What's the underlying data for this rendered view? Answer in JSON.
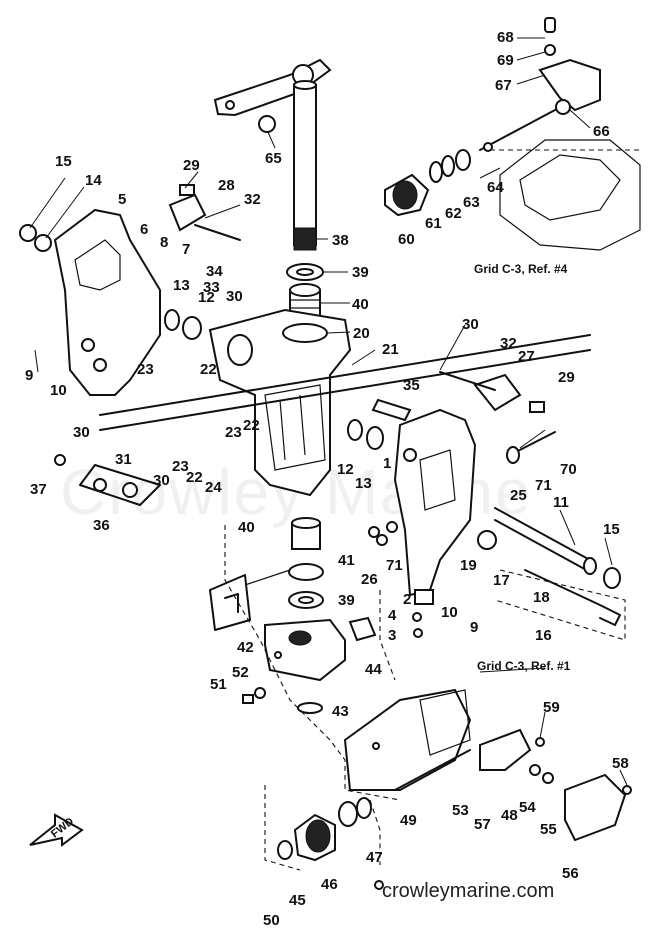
{
  "diagram": {
    "callouts": [
      {
        "id": "c68",
        "label": "68"
      },
      {
        "id": "c69",
        "label": "69"
      },
      {
        "id": "c67",
        "label": "67"
      },
      {
        "id": "c66",
        "label": "66"
      },
      {
        "id": "c65",
        "label": "65"
      },
      {
        "id": "c64",
        "label": "64"
      },
      {
        "id": "c63",
        "label": "63"
      },
      {
        "id": "c62",
        "label": "62"
      },
      {
        "id": "c61",
        "label": "61"
      },
      {
        "id": "c60",
        "label": "60"
      },
      {
        "id": "c15a",
        "label": "15"
      },
      {
        "id": "c14",
        "label": "14"
      },
      {
        "id": "c5",
        "label": "5"
      },
      {
        "id": "c29a",
        "label": "29"
      },
      {
        "id": "c28",
        "label": "28"
      },
      {
        "id": "c32a",
        "label": "32"
      },
      {
        "id": "c38",
        "label": "38"
      },
      {
        "id": "c6",
        "label": "6"
      },
      {
        "id": "c8",
        "label": "8"
      },
      {
        "id": "c7",
        "label": "7"
      },
      {
        "id": "c34",
        "label": "34"
      },
      {
        "id": "c33",
        "label": "33"
      },
      {
        "id": "c39a",
        "label": "39"
      },
      {
        "id": "c13a",
        "label": "13"
      },
      {
        "id": "c12a",
        "label": "12"
      },
      {
        "id": "c30a",
        "label": "30"
      },
      {
        "id": "c40a",
        "label": "40"
      },
      {
        "id": "c20",
        "label": "20"
      },
      {
        "id": "c30b",
        "label": "30"
      },
      {
        "id": "c32b",
        "label": "32"
      },
      {
        "id": "c27",
        "label": "27"
      },
      {
        "id": "c9a",
        "label": "9"
      },
      {
        "id": "c10a",
        "label": "10"
      },
      {
        "id": "c23a",
        "label": "23"
      },
      {
        "id": "c22a",
        "label": "22"
      },
      {
        "id": "c21",
        "label": "21"
      },
      {
        "id": "c35",
        "label": "35"
      },
      {
        "id": "c29b",
        "label": "29"
      },
      {
        "id": "c30c",
        "label": "30"
      },
      {
        "id": "c23b",
        "label": "23"
      },
      {
        "id": "c22b",
        "label": "22"
      },
      {
        "id": "c31",
        "label": "31"
      },
      {
        "id": "c30d",
        "label": "30"
      },
      {
        "id": "c23c",
        "label": "23"
      },
      {
        "id": "c22c",
        "label": "22"
      },
      {
        "id": "c24",
        "label": "24"
      },
      {
        "id": "c12b",
        "label": "12"
      },
      {
        "id": "c13b",
        "label": "13"
      },
      {
        "id": "c1",
        "label": "1"
      },
      {
        "id": "c70",
        "label": "70"
      },
      {
        "id": "c25",
        "label": "25"
      },
      {
        "id": "c71a",
        "label": "71"
      },
      {
        "id": "c37",
        "label": "37"
      },
      {
        "id": "c36",
        "label": "36"
      },
      {
        "id": "c11",
        "label": "11"
      },
      {
        "id": "c15b",
        "label": "15"
      },
      {
        "id": "c40b",
        "label": "40"
      },
      {
        "id": "c41",
        "label": "41"
      },
      {
        "id": "c26",
        "label": "26"
      },
      {
        "id": "c71b",
        "label": "71"
      },
      {
        "id": "c19",
        "label": "19"
      },
      {
        "id": "c17",
        "label": "17"
      },
      {
        "id": "c18",
        "label": "18"
      },
      {
        "id": "c39b",
        "label": "39"
      },
      {
        "id": "c2",
        "label": "2"
      },
      {
        "id": "c10b",
        "label": "10"
      },
      {
        "id": "c9b",
        "label": "9"
      },
      {
        "id": "c4",
        "label": "4"
      },
      {
        "id": "c3",
        "label": "3"
      },
      {
        "id": "c16",
        "label": "16"
      },
      {
        "id": "c42",
        "label": "42"
      },
      {
        "id": "c44",
        "label": "44"
      },
      {
        "id": "c52",
        "label": "52"
      },
      {
        "id": "c51",
        "label": "51"
      },
      {
        "id": "c43",
        "label": "43"
      },
      {
        "id": "c59",
        "label": "59"
      },
      {
        "id": "c58",
        "label": "58"
      },
      {
        "id": "c53",
        "label": "53"
      },
      {
        "id": "c57",
        "label": "57"
      },
      {
        "id": "c48",
        "label": "48"
      },
      {
        "id": "c54",
        "label": "54"
      },
      {
        "id": "c55",
        "label": "55"
      },
      {
        "id": "c49",
        "label": "49"
      },
      {
        "id": "c56",
        "label": "56"
      },
      {
        "id": "c47",
        "label": "47"
      },
      {
        "id": "c46",
        "label": "46"
      },
      {
        "id": "c45",
        "label": "45"
      },
      {
        "id": "c50",
        "label": "50"
      }
    ],
    "grid_refs": [
      {
        "id": "g4",
        "label": "Grid C-3, Ref. #4"
      },
      {
        "id": "g1",
        "label": "Grid C-3, Ref. #1"
      }
    ],
    "direction_marker": "FWD",
    "watermark": "Crowley Marine",
    "footer_site": "crowleymarine.com"
  }
}
